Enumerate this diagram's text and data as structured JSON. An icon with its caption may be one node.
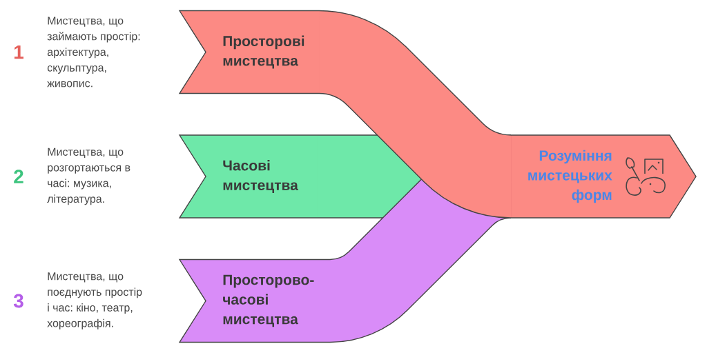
{
  "diagram": {
    "nodes": [
      {
        "text": [
          "Просторові мистецтва"
        ],
        "beside": [
          "1",
          "Мистецтва, що займають простір: архітектура, скульптура, живопис."
        ]
      },
      {
        "text": [
          "Часові мистецтва"
        ],
        "beside": [
          "2",
          "Мистецтва, що розгортаються в часі: музика, література."
        ]
      },
      {
        "text": [
          "Просторово-часові мистецтва"
        ],
        "beside": [
          "3",
          "Мистецтва, що поєднують простір і час: кіно, театр, хореографія."
        ]
      },
      {
        "text": [
          "Розуміння мистецьких форм"
        ]
      }
    ],
    "edges": [
      {
        "from": 0,
        "to": 3,
        "arrow": "none"
      },
      {
        "from": 1,
        "to": 3,
        "arrow": "none"
      },
      {
        "from": 2,
        "to": 3,
        "arrow": "none"
      }
    ]
  }
}
